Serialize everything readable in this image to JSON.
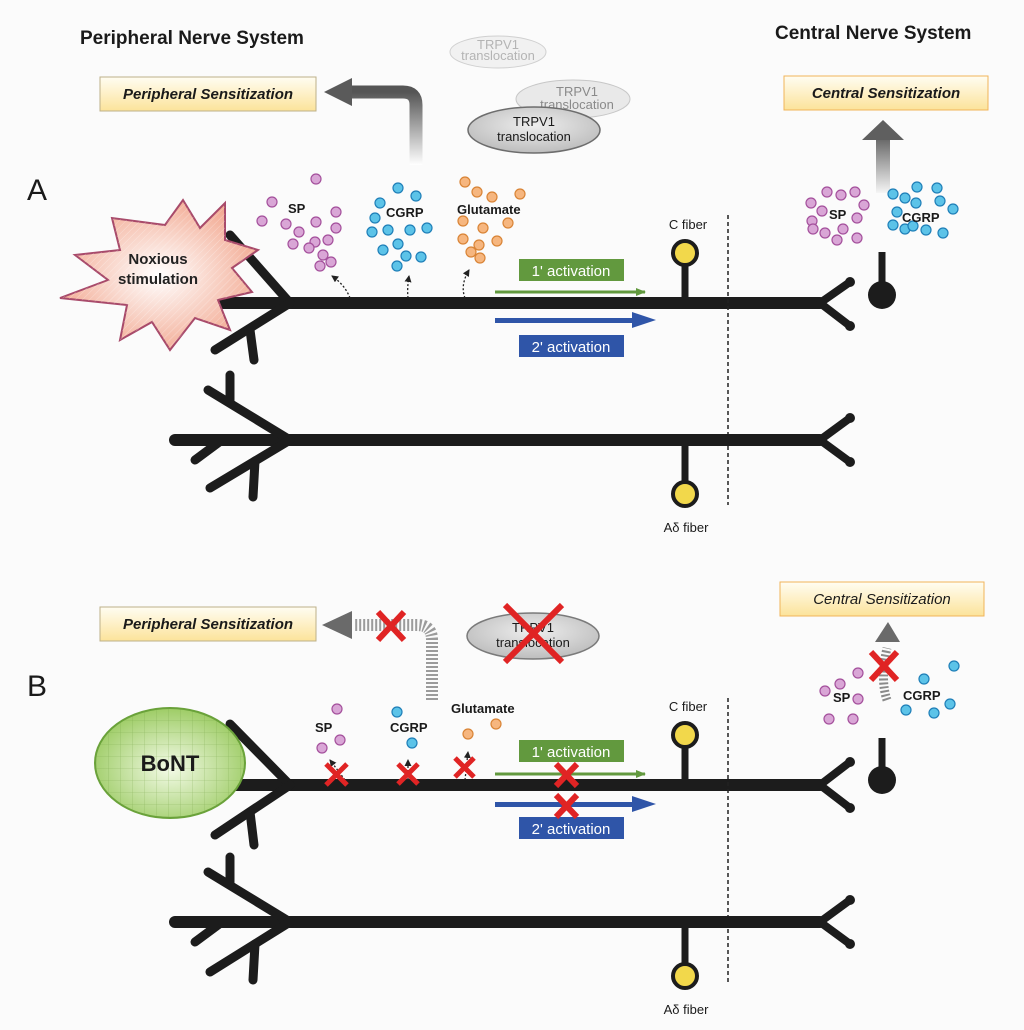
{
  "headers": {
    "left": "Peripheral Nerve System",
    "right": "Central Nerve System"
  },
  "colors": {
    "neuron": "#1c1c1c",
    "sp": "#d9a6d6",
    "sp_stroke": "#a4509c",
    "cgrp": "#5cc3e8",
    "cgrp_stroke": "#1f7fb8",
    "glutamate": "#f6b67f",
    "glutamate_stroke": "#d98436",
    "primary_activation": "#62993e",
    "secondary_activation": "#2f55a8",
    "fiber_terminal": "#f2d84b",
    "block_cross": "#e02424",
    "sensitization_box": "#fde9a8"
  },
  "panel_a": {
    "letter": "A",
    "peripheral_sensitization": "Peripheral Sensitization",
    "central_sensitization": "Central Sensitization",
    "trpv1": [
      {
        "line1": "TRPV1",
        "line2": "translocation",
        "state": "faded"
      },
      {
        "line1": "TRPV1",
        "line2": "translocation",
        "state": "semi"
      },
      {
        "line1": "TRPV1",
        "line2": "translocation",
        "state": "active"
      }
    ],
    "stimulus": {
      "line1": "Noxious",
      "line2": "stimulation"
    },
    "molecules": {
      "sp": "SP",
      "cgrp": "CGRP",
      "glutamate": "Glutamate"
    },
    "activation_primary": "1' activation",
    "activation_secondary": "2' activation",
    "c_fiber": "C fiber",
    "a_delta_fiber": "Aδ fiber",
    "central_molecules": {
      "sp": "SP",
      "cgrp": "CGRP"
    }
  },
  "panel_b": {
    "letter": "B",
    "peripheral_sensitization": "Peripheral Sensitization",
    "central_sensitization": "Central Sensitization",
    "trpv1": {
      "line1": "TRPV1",
      "line2": "translocation",
      "blocked": true
    },
    "toxin": "BoNT",
    "molecules": {
      "sp": "SP",
      "cgrp": "CGRP",
      "glutamate": "Glutamate"
    },
    "activation_primary": "1' activation",
    "activation_secondary": "2' activation",
    "c_fiber": "C fiber",
    "a_delta_fiber": "Aδ fiber",
    "central_molecules": {
      "sp": "SP",
      "cgrp": "CGRP"
    }
  }
}
